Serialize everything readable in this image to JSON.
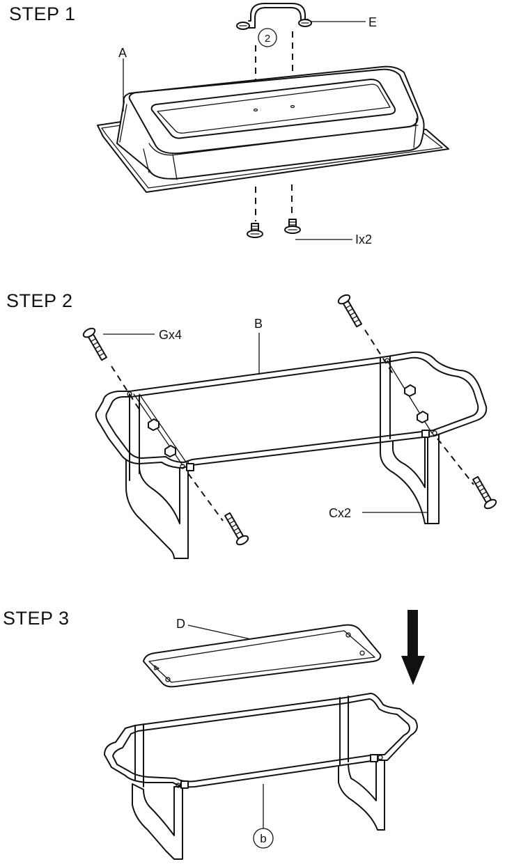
{
  "steps": [
    {
      "title": "STEP 1"
    },
    {
      "title": "STEP 2"
    },
    {
      "title": "STEP 3"
    }
  ],
  "labels": {
    "part_a": "A",
    "part_e": "E",
    "screw_i": "Ix2",
    "circled_2": "2",
    "part_b": "B",
    "screw_g": "Gx4",
    "nut_c": "Cx2",
    "part_d": "D",
    "circled_b": "b"
  }
}
